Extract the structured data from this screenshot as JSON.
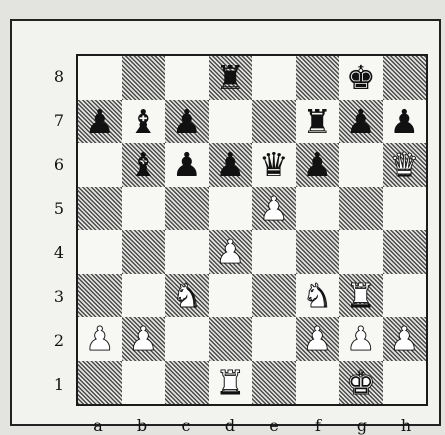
{
  "board": {
    "ranks": [
      "8",
      "7",
      "6",
      "5",
      "4",
      "3",
      "2",
      "1"
    ],
    "files": [
      "a",
      "b",
      "c",
      "d",
      "e",
      "f",
      "g",
      "h"
    ],
    "squares": [
      [
        null,
        null,
        null,
        "b-rook",
        null,
        null,
        "b-king",
        null
      ],
      [
        "b-pawn",
        "b-bishop",
        "b-pawn",
        null,
        null,
        "b-rook",
        "b-pawn",
        "b-pawn"
      ],
      [
        null,
        "b-bishop",
        "b-pawn",
        "b-pawn",
        "b-queen",
        "b-pawn",
        null,
        "w-queen"
      ],
      [
        null,
        null,
        null,
        null,
        "w-pawn",
        null,
        null,
        null
      ],
      [
        null,
        null,
        null,
        "w-pawn",
        null,
        null,
        null,
        null
      ],
      [
        null,
        null,
        "w-knight",
        null,
        null,
        "w-knight",
        "w-rook",
        null
      ],
      [
        "w-pawn",
        "w-pawn",
        null,
        null,
        null,
        "w-pawn",
        "w-pawn",
        "w-pawn"
      ],
      [
        null,
        null,
        null,
        "w-rook",
        null,
        null,
        "w-king",
        null
      ]
    ]
  },
  "colors": {
    "light_square": "#f7f7f4",
    "dark_square_hatch": "#4a4a4a",
    "frame": "#222222"
  }
}
